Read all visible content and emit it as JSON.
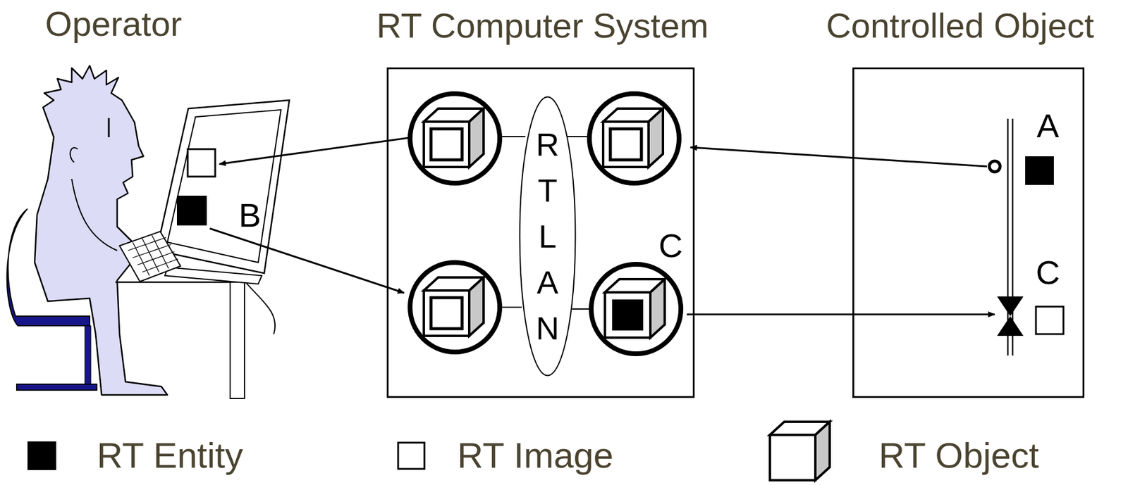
{
  "diagram": {
    "nodes": [
      {
        "text": [
          "RT Computer System"
        ]
      },
      {
        "text": [
          "RTLAN"
        ],
        "in": 0
      },
      {
        "text": [
          "C"
        ],
        "in": 0
      },
      {
        "text": [
          "Controlled Object"
        ]
      }
    ],
    "edges": [
      {
        "from": 2,
        "to": 1,
        "arrow": "none"
      }
    ],
    "labels": [
      "Operator",
      "B",
      "A",
      "C"
    ],
    "legend": [
      {
        "text": "RT Entity"
      },
      {
        "text": "RT Image"
      },
      {
        "text": "RT Object"
      }
    ]
  }
}
